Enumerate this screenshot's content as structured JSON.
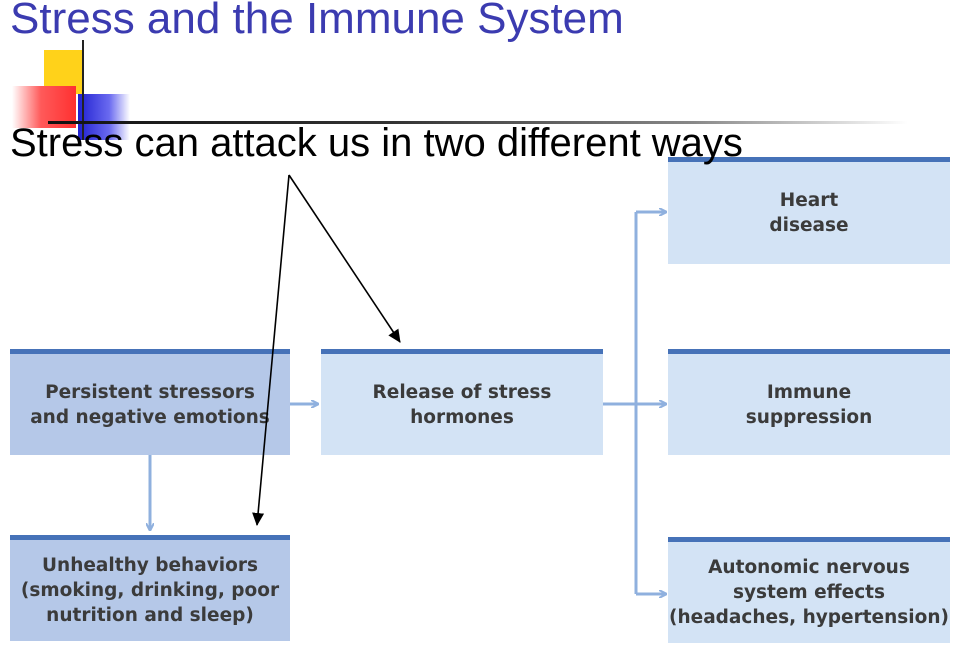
{
  "slide": {
    "title": "Stress and the Immune System",
    "subtitle": "Stress can attack us in two different ways"
  },
  "diagram": {
    "boxes": {
      "persistent_stressors": "Persistent stressors\nand negative emotions",
      "release_hormones": "Release of stress\nhormones",
      "unhealthy_behaviors": "Unhealthy behaviors\n(smoking, drinking, poor\nnutrition and sleep)",
      "heart_disease": "Heart\ndisease",
      "immune_suppression": "Immune\nsuppression",
      "autonomic_effects": "Autonomic nervous\nsystem effects\n(headaches, hypertension)"
    },
    "colors": {
      "title": "#3b3bb0",
      "box_dark": "#b5c8e8",
      "box_light": "#d3e3f5",
      "box_border": "#4672b8",
      "connector": "#8fb0de",
      "box_text": "#3b3b3b"
    }
  }
}
